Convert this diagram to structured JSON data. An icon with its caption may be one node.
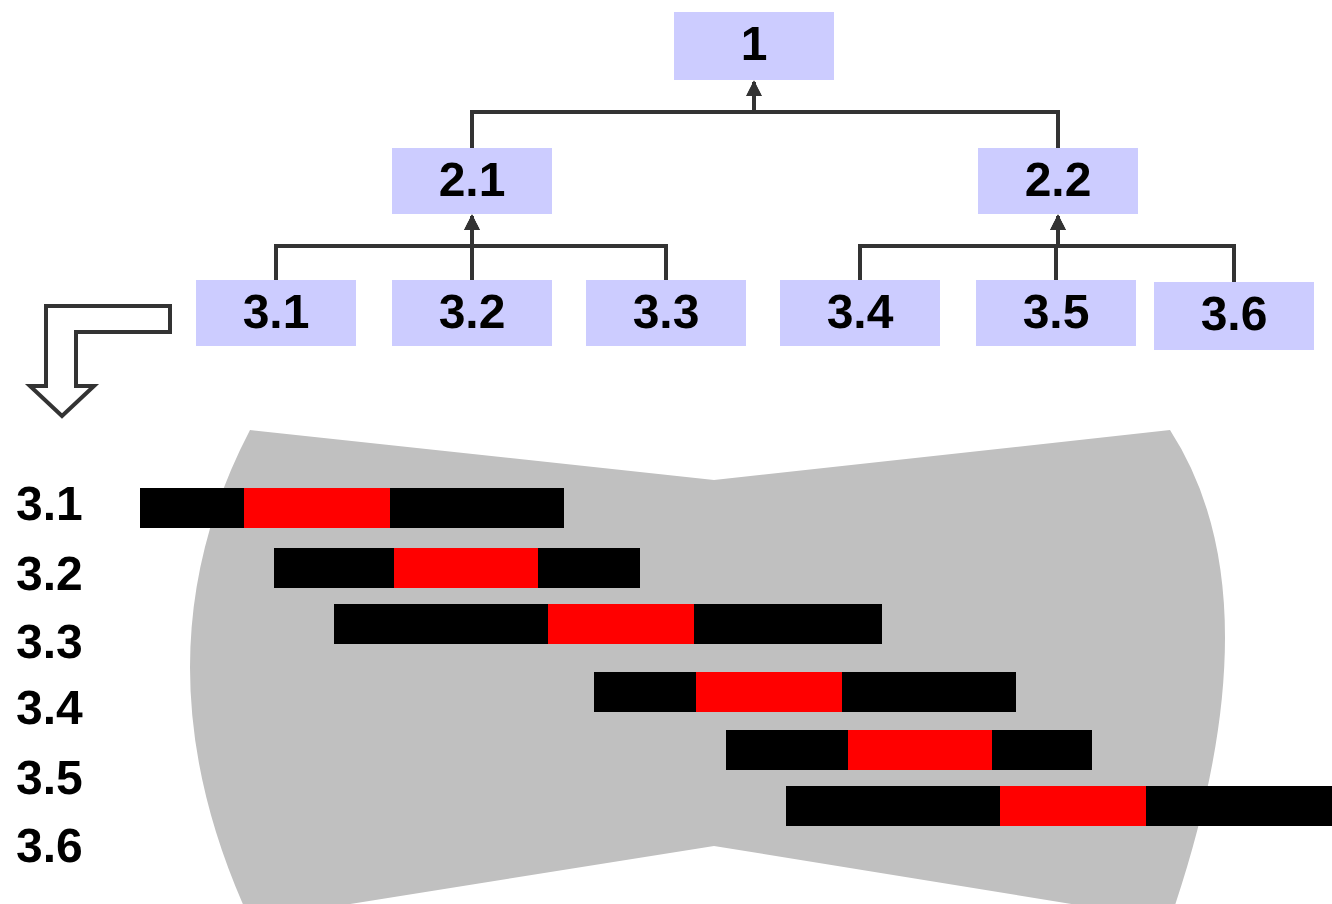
{
  "diagram": {
    "nodes": [
      {
        "text": [
          "1"
        ]
      },
      {
        "text": [
          "2.1"
        ]
      },
      {
        "text": [
          "2.2"
        ]
      },
      {
        "text": [
          "3.1"
        ]
      },
      {
        "text": [
          "3.2"
        ]
      },
      {
        "text": [
          "3.3"
        ]
      },
      {
        "text": [
          "3.4"
        ]
      },
      {
        "text": [
          "3.5"
        ]
      },
      {
        "text": [
          "3.6"
        ]
      }
    ],
    "edges": [
      {
        "from": 1,
        "to": 0,
        "arrow": "to"
      },
      {
        "from": 2,
        "to": 0,
        "arrow": "to"
      },
      {
        "from": 3,
        "to": 1,
        "arrow": "to"
      },
      {
        "from": 4,
        "to": 1,
        "arrow": "to"
      },
      {
        "from": 5,
        "to": 1,
        "arrow": "to"
      },
      {
        "from": 6,
        "to": 2,
        "arrow": "to"
      },
      {
        "from": 7,
        "to": 2,
        "arrow": "to"
      },
      {
        "from": 8,
        "to": 2,
        "arrow": "to"
      },
      {
        "from": 3,
        "to": null,
        "arrow": "to"
      }
    ],
    "labels": [
      "3.1",
      "3.2",
      "3.3",
      "3.4",
      "3.5",
      "3.6"
    ]
  }
}
